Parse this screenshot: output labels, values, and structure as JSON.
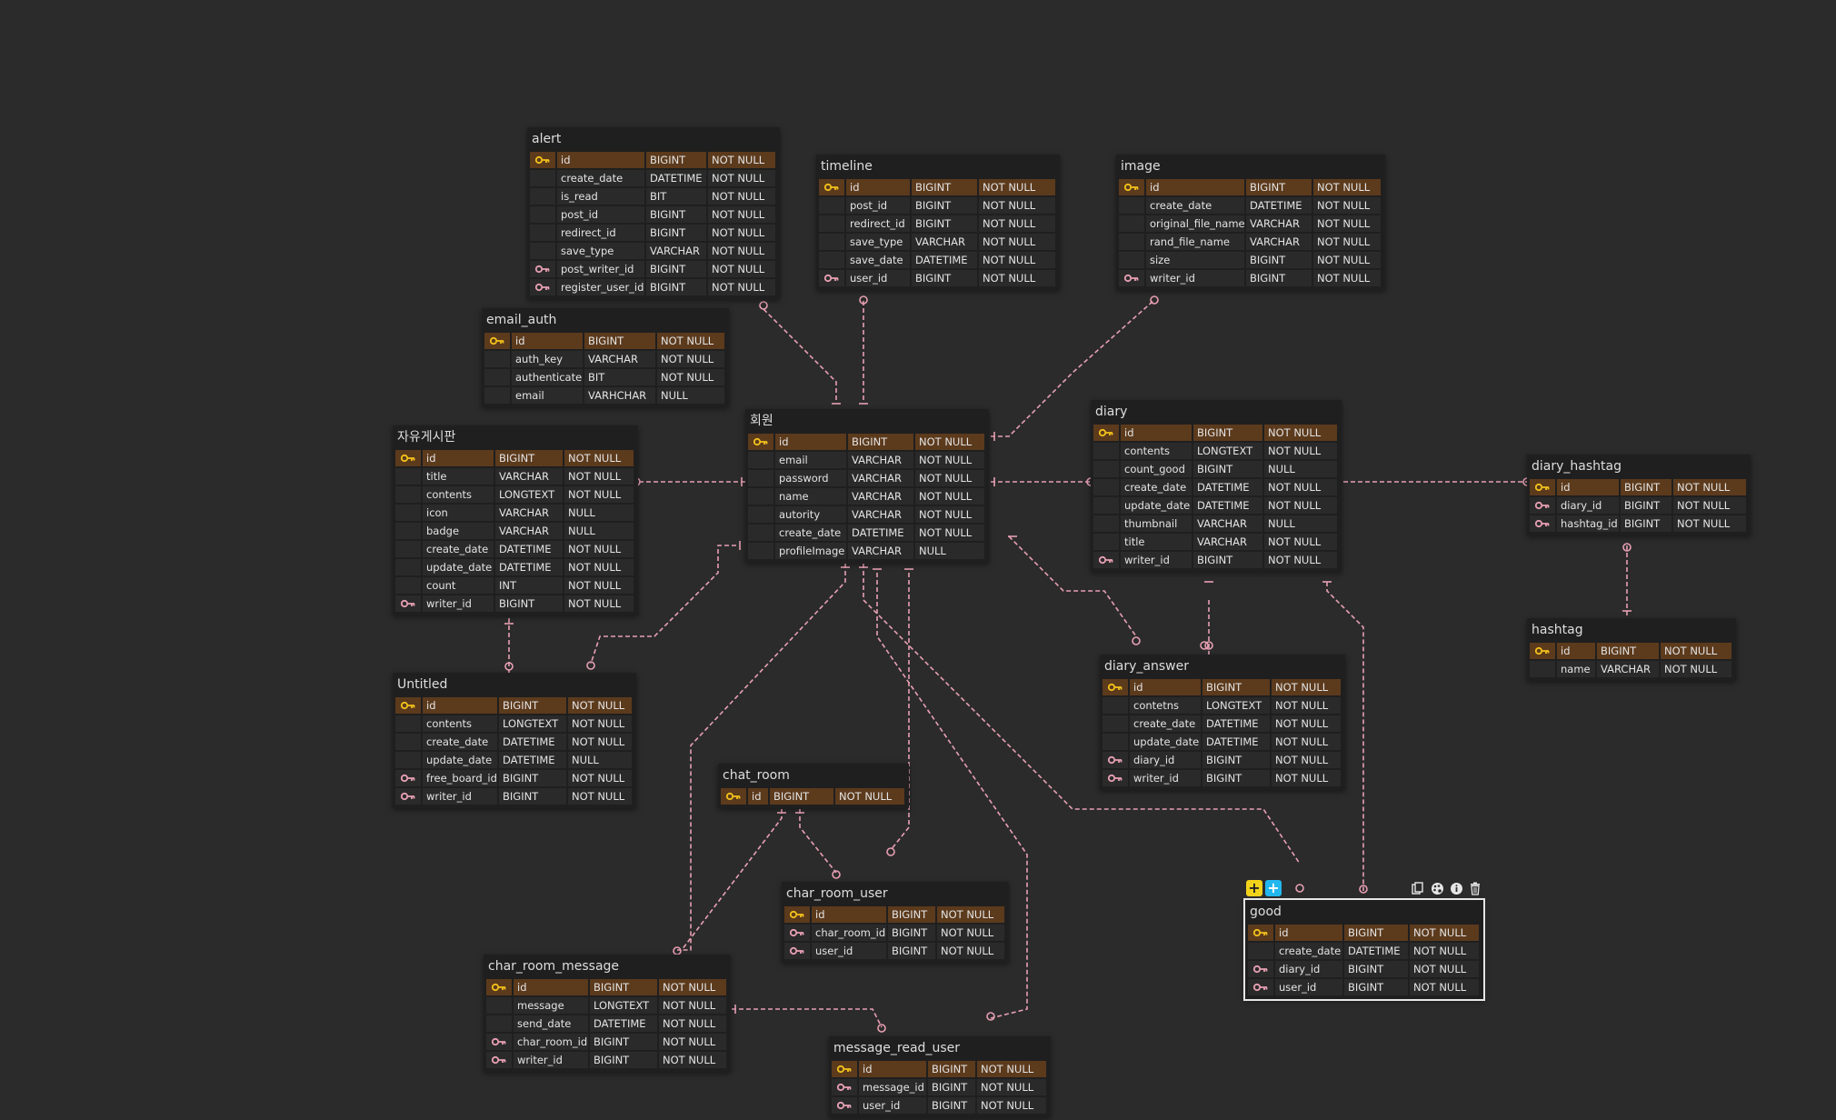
{
  "colors": {
    "background": "#2b2b2b",
    "pk_row": "#5c3a1c",
    "relation": "#e8a0b4",
    "pk_key": "#f2c21b",
    "fk_key": "#e8a0b4"
  },
  "icons": {
    "primary_key": "key-icon",
    "foreign_key": "key-icon"
  },
  "toolbar": {
    "add_label": "+",
    "add_alt_label": "+",
    "copy_icon": "copy-icon",
    "palette_icon": "palette-icon",
    "info_icon": "info-icon",
    "delete_icon": "trash-icon"
  },
  "entities": [
    {
      "name": "alert",
      "columns": [
        {
          "key": "pk",
          "name": "id",
          "type": "BIGINT",
          "null": "NOT NULL"
        },
        {
          "key": "",
          "name": "create_date",
          "type": "DATETIME",
          "null": "NOT NULL"
        },
        {
          "key": "",
          "name": "is_read",
          "type": "BIT",
          "null": "NOT NULL"
        },
        {
          "key": "",
          "name": "post_id",
          "type": "BIGINT",
          "null": "NOT NULL"
        },
        {
          "key": "",
          "name": "redirect_id",
          "type": "BIGINT",
          "null": "NOT NULL"
        },
        {
          "key": "",
          "name": "save_type",
          "type": "VARCHAR",
          "null": "NOT NULL"
        },
        {
          "key": "fk",
          "name": "post_writer_id",
          "type": "BIGINT",
          "null": "NOT NULL"
        },
        {
          "key": "fk",
          "name": "register_user_id",
          "type": "BIGINT",
          "null": "NOT NULL"
        }
      ]
    },
    {
      "name": "timeline",
      "columns": [
        {
          "key": "pk",
          "name": "id",
          "type": "BIGINT",
          "null": "NOT NULL"
        },
        {
          "key": "",
          "name": "post_id",
          "type": "BIGINT",
          "null": "NOT NULL"
        },
        {
          "key": "",
          "name": "redirect_id",
          "type": "BIGINT",
          "null": "NOT NULL"
        },
        {
          "key": "",
          "name": "save_type",
          "type": "VARCHAR",
          "null": "NOT NULL"
        },
        {
          "key": "",
          "name": "save_date",
          "type": "DATETIME",
          "null": "NOT NULL"
        },
        {
          "key": "fk",
          "name": "user_id",
          "type": "BIGINT",
          "null": "NOT NULL"
        }
      ]
    },
    {
      "name": "image",
      "columns": [
        {
          "key": "pk",
          "name": "id",
          "type": "BIGINT",
          "null": "NOT NULL"
        },
        {
          "key": "",
          "name": "create_date",
          "type": "DATETIME",
          "null": "NOT NULL"
        },
        {
          "key": "",
          "name": "original_file_name",
          "type": "VARCHAR",
          "null": "NOT NULL"
        },
        {
          "key": "",
          "name": "rand_file_name",
          "type": "VARCHAR",
          "null": "NOT NULL"
        },
        {
          "key": "",
          "name": "size",
          "type": "BIGINT",
          "null": "NOT NULL"
        },
        {
          "key": "fk",
          "name": "writer_id",
          "type": "BIGINT",
          "null": "NOT NULL"
        }
      ]
    },
    {
      "name": "email_auth",
      "columns": [
        {
          "key": "pk",
          "name": "id",
          "type": "BIGINT",
          "null": "NOT NULL"
        },
        {
          "key": "",
          "name": "auth_key",
          "type": "VARCHAR",
          "null": "NOT NULL"
        },
        {
          "key": "",
          "name": "authenticate",
          "type": "BIT",
          "null": "NOT NULL"
        },
        {
          "key": "",
          "name": "email",
          "type": "VARHCHAR",
          "null": "NULL"
        }
      ]
    },
    {
      "name": "회원",
      "columns": [
        {
          "key": "pk",
          "name": "id",
          "type": "BIGINT",
          "null": "NOT NULL"
        },
        {
          "key": "",
          "name": "email",
          "type": "VARCHAR",
          "null": "NOT NULL"
        },
        {
          "key": "",
          "name": "password",
          "type": "VARCHAR",
          "null": "NOT NULL"
        },
        {
          "key": "",
          "name": "name",
          "type": "VARCHAR",
          "null": "NOT NULL"
        },
        {
          "key": "",
          "name": "autority",
          "type": "VARCHAR",
          "null": "NOT NULL"
        },
        {
          "key": "",
          "name": "create_date",
          "type": "DATETIME",
          "null": "NOT NULL"
        },
        {
          "key": "",
          "name": "profileImage",
          "type": "VARCHAR",
          "null": "NULL"
        }
      ]
    },
    {
      "name": "diary",
      "columns": [
        {
          "key": "pk",
          "name": "id",
          "type": "BIGINT",
          "null": "NOT NULL"
        },
        {
          "key": "",
          "name": "contents",
          "type": "LONGTEXT",
          "null": "NOT NULL"
        },
        {
          "key": "",
          "name": "count_good",
          "type": "BIGINT",
          "null": "NULL"
        },
        {
          "key": "",
          "name": "create_date",
          "type": "DATETIME",
          "null": "NOT NULL"
        },
        {
          "key": "",
          "name": "update_date",
          "type": "DATETIME",
          "null": "NOT NULL"
        },
        {
          "key": "",
          "name": "thumbnail",
          "type": "VARCHAR",
          "null": "NULL"
        },
        {
          "key": "",
          "name": "title",
          "type": "VARCHAR",
          "null": "NOT NULL"
        },
        {
          "key": "fk",
          "name": "writer_id",
          "type": "BIGINT",
          "null": "NOT NULL"
        }
      ]
    },
    {
      "name": "diary_hashtag",
      "columns": [
        {
          "key": "pk",
          "name": "id",
          "type": "BIGINT",
          "null": "NOT NULL"
        },
        {
          "key": "fk",
          "name": "diary_id",
          "type": "BIGINT",
          "null": "NOT NULL"
        },
        {
          "key": "fk",
          "name": "hashtag_id",
          "type": "BIGINT",
          "null": "NOT NULL"
        }
      ]
    },
    {
      "name": "자유게시판",
      "columns": [
        {
          "key": "pk",
          "name": "id",
          "type": "BIGINT",
          "null": "NOT NULL"
        },
        {
          "key": "",
          "name": "title",
          "type": "VARCHAR",
          "null": "NOT NULL"
        },
        {
          "key": "",
          "name": "contents",
          "type": "LONGTEXT",
          "null": "NOT NULL"
        },
        {
          "key": "",
          "name": "icon",
          "type": "VARCHAR",
          "null": "NULL"
        },
        {
          "key": "",
          "name": "badge",
          "type": "VARCHAR",
          "null": "NULL"
        },
        {
          "key": "",
          "name": "create_date",
          "type": "DATETIME",
          "null": "NOT NULL"
        },
        {
          "key": "",
          "name": "update_date",
          "type": "DATETIME",
          "null": "NOT NULL"
        },
        {
          "key": "",
          "name": "count",
          "type": "INT",
          "null": "NOT NULL"
        },
        {
          "key": "fk",
          "name": "writer_id",
          "type": "BIGINT",
          "null": "NOT NULL"
        }
      ]
    },
    {
      "name": "hashtag",
      "columns": [
        {
          "key": "pk",
          "name": "id",
          "type": "BIGINT",
          "null": "NOT NULL"
        },
        {
          "key": "",
          "name": "name",
          "type": "VARCHAR",
          "null": "NOT NULL"
        }
      ]
    },
    {
      "name": "Untitled",
      "columns": [
        {
          "key": "pk",
          "name": "id",
          "type": "BIGINT",
          "null": "NOT NULL"
        },
        {
          "key": "",
          "name": "contents",
          "type": "LONGTEXT",
          "null": "NOT NULL"
        },
        {
          "key": "",
          "name": "create_date",
          "type": "DATETIME",
          "null": "NOT NULL"
        },
        {
          "key": "",
          "name": "update_date",
          "type": "DATETIME",
          "null": "NULL"
        },
        {
          "key": "fk",
          "name": "free_board_id",
          "type": "BIGINT",
          "null": "NOT NULL"
        },
        {
          "key": "fk",
          "name": "writer_id",
          "type": "BIGINT",
          "null": "NOT NULL"
        }
      ]
    },
    {
      "name": "diary_answer",
      "columns": [
        {
          "key": "pk",
          "name": "id",
          "type": "BIGINT",
          "null": "NOT NULL"
        },
        {
          "key": "",
          "name": "contetns",
          "type": "LONGTEXT",
          "null": "NOT NULL"
        },
        {
          "key": "",
          "name": "create_date",
          "type": "DATETIME",
          "null": "NOT NULL"
        },
        {
          "key": "",
          "name": "update_date",
          "type": "DATETIME",
          "null": "NOT NULL"
        },
        {
          "key": "fk",
          "name": "diary_id",
          "type": "BIGINT",
          "null": "NOT NULL"
        },
        {
          "key": "fk",
          "name": "writer_id",
          "type": "BIGINT",
          "null": "NOT NULL"
        }
      ]
    },
    {
      "name": "chat_room",
      "columns": [
        {
          "key": "pk",
          "name": "id",
          "type": "BIGINT",
          "null": "NOT NULL"
        }
      ]
    },
    {
      "name": "char_room_user",
      "columns": [
        {
          "key": "pk",
          "name": "id",
          "type": "BIGINT",
          "null": "NOT NULL"
        },
        {
          "key": "fk",
          "name": "char_room_id",
          "type": "BIGINT",
          "null": "NOT NULL"
        },
        {
          "key": "fk",
          "name": "user_id",
          "type": "BIGINT",
          "null": "NOT NULL"
        }
      ]
    },
    {
      "name": "good",
      "selected": true,
      "columns": [
        {
          "key": "pk",
          "name": "id",
          "type": "BIGINT",
          "null": "NOT NULL"
        },
        {
          "key": "",
          "name": "create_date",
          "type": "DATETIME",
          "null": "NOT NULL"
        },
        {
          "key": "fk",
          "name": "diary_id",
          "type": "BIGINT",
          "null": "NOT NULL"
        },
        {
          "key": "fk",
          "name": "user_id",
          "type": "BIGINT",
          "null": "NOT NULL"
        }
      ]
    },
    {
      "name": "char_room_message",
      "columns": [
        {
          "key": "pk",
          "name": "id",
          "type": "BIGINT",
          "null": "NOT NULL"
        },
        {
          "key": "",
          "name": "message",
          "type": "LONGTEXT",
          "null": "NOT NULL"
        },
        {
          "key": "",
          "name": "send_date",
          "type": "DATETIME",
          "null": "NOT NULL"
        },
        {
          "key": "fk",
          "name": "char_room_id",
          "type": "BIGINT",
          "null": "NOT NULL"
        },
        {
          "key": "fk",
          "name": "writer_id",
          "type": "BIGINT",
          "null": "NOT NULL"
        }
      ]
    },
    {
      "name": "message_read_user",
      "columns": [
        {
          "key": "pk",
          "name": "id",
          "type": "BIGINT",
          "null": "NOT NULL"
        },
        {
          "key": "fk",
          "name": "message_id",
          "type": "BIGINT",
          "null": "NOT NULL"
        },
        {
          "key": "fk",
          "name": "user_id",
          "type": "BIGINT",
          "null": "NOT NULL"
        }
      ]
    }
  ],
  "relationships": [
    {
      "from": "회원",
      "to": "alert"
    },
    {
      "from": "회원",
      "to": "timeline"
    },
    {
      "from": "회원",
      "to": "image"
    },
    {
      "from": "회원",
      "to": "자유게시판"
    },
    {
      "from": "회원",
      "to": "Untitled"
    },
    {
      "from": "회원",
      "to": "diary"
    },
    {
      "from": "회원",
      "to": "diary_answer"
    },
    {
      "from": "회원",
      "to": "char_room_message"
    },
    {
      "from": "회원",
      "to": "char_room_user"
    },
    {
      "from": "회원",
      "to": "message_read_user"
    },
    {
      "from": "회원",
      "to": "good"
    },
    {
      "from": "자유게시판",
      "to": "Untitled"
    },
    {
      "from": "diary",
      "to": "diary_hashtag"
    },
    {
      "from": "diary",
      "to": "diary_answer"
    },
    {
      "from": "diary",
      "to": "good"
    },
    {
      "from": "hashtag",
      "to": "diary_hashtag"
    },
    {
      "from": "chat_room",
      "to": "char_room_message"
    },
    {
      "from": "chat_room",
      "to": "char_room_user"
    },
    {
      "from": "char_room_message",
      "to": "message_read_user"
    }
  ]
}
